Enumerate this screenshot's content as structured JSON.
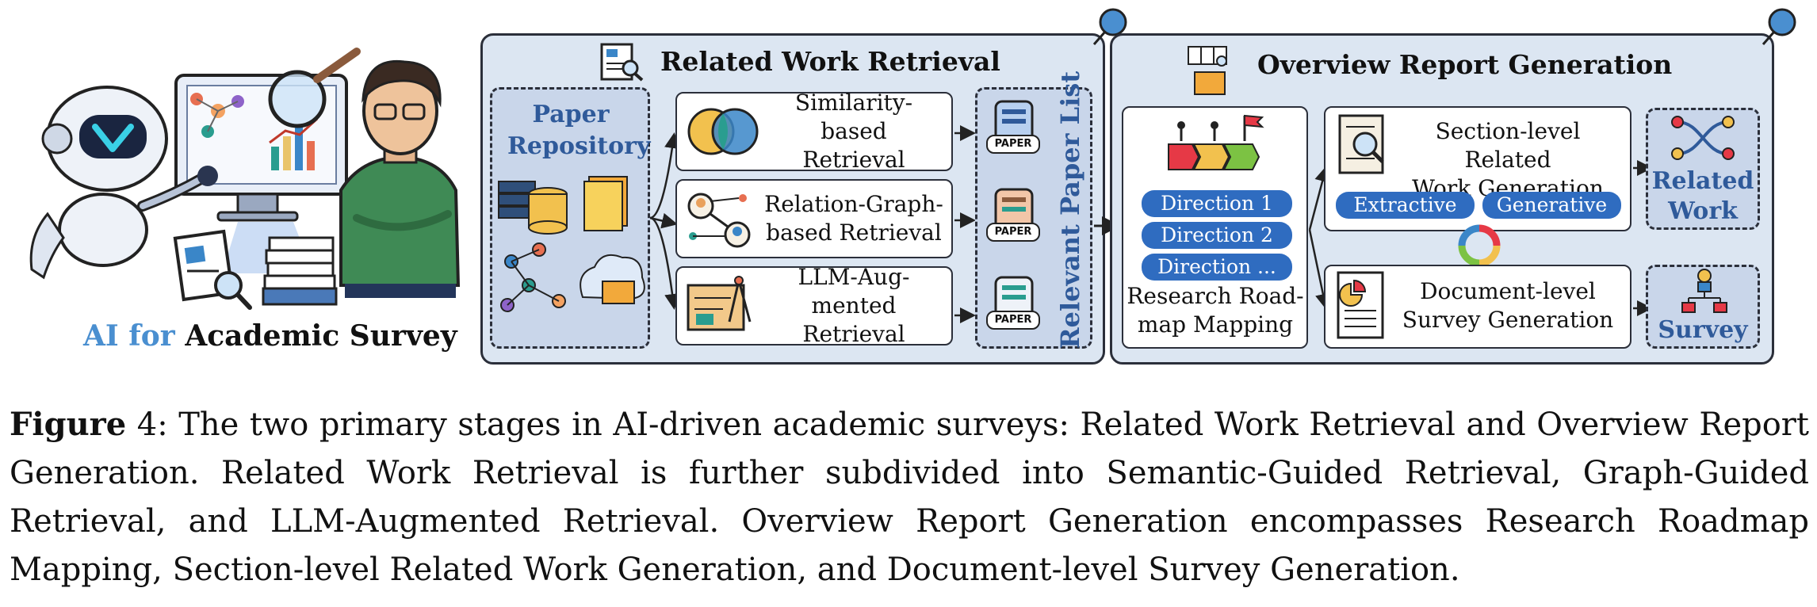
{
  "left": {
    "ai_for": "AI for",
    "academic_survey": "Academic Survey"
  },
  "retrieval": {
    "title": "Related Work Retrieval",
    "paper_repository": "Paper Repository",
    "methods": [
      {
        "line1": "Similarity-based",
        "line2": "Retrieval"
      },
      {
        "line1": "Relation-Graph-",
        "line2": "based Retrieval"
      },
      {
        "line1": "LLM-Aug-",
        "line2": "mented Retrieval"
      }
    ],
    "paper_badge": "PAPER",
    "relevant_list": "Relevant Paper List"
  },
  "overview": {
    "title": "Overview Report Generation",
    "directions": [
      "Direction 1",
      "Direction 2",
      "Direction ..."
    ],
    "roadmap_line1": "Research Road-",
    "roadmap_line2": "map Mapping",
    "section_line1": "Section-level Related",
    "section_line2": "Work Generation",
    "pill_extractive": "Extractive",
    "pill_generative": "Generative",
    "document_line1": "Document-level",
    "document_line2": "Survey Generation",
    "related_work_line1": "Related",
    "related_work_line2": "Work",
    "survey": "Survey"
  },
  "caption": {
    "label": "Figure",
    "number": "4",
    "text": ": The two primary stages in AI-driven academic surveys: Related Work Retrieval and Overview Report Generation. Related Work Retrieval is further subdivided into Semantic-Guided Retrieval, Graph-Guided Retrieval, and LLM-Augmented Retrieval. Overview Report Generation encompasses Research Roadmap Mapping, Section-level Related Work Generation, and Document-level Survey Generation."
  },
  "colors": {
    "panel_fill": "#dce6f2",
    "accent_blue": "#2f5a9a",
    "pill_blue": "#2f6cc0",
    "ai_for_blue": "#4a8fd0"
  }
}
